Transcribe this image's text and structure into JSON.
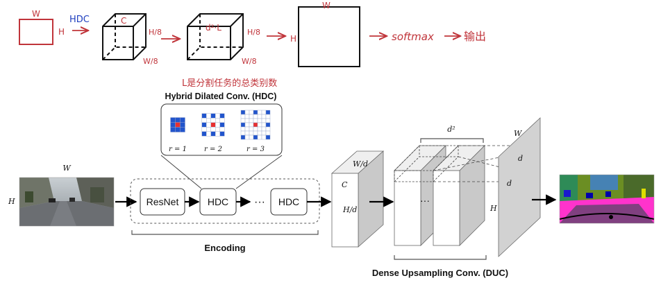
{
  "annotations": {
    "small_rect_w": "W",
    "small_rect_h": "H",
    "hdc_arrow": "HDC",
    "cube1_c": "C",
    "cube1_h": "H/8",
    "cube1_w": "W/8",
    "cube2_top": "d²·L",
    "cube2_h": "H/8",
    "cube2_w": "W/8",
    "square_w": "W",
    "square_h": "H",
    "softmax": "softmax",
    "output": "输出",
    "note_l": "L是分割任务的总类别数"
  },
  "hdc_panel": {
    "title": "Hybrid Dilated Conv. (HDC)",
    "grids": [
      {
        "label": "r = 1",
        "rate": 1
      },
      {
        "label": "r = 2",
        "rate": 2
      },
      {
        "label": "r = 3",
        "rate": 3
      }
    ]
  },
  "input_image": {
    "w_label": "W",
    "h_label": "H"
  },
  "encoding": {
    "blocks": [
      "ResNet",
      "HDC",
      "HDC"
    ],
    "ellipsis": "···",
    "label": "Encoding"
  },
  "feature_map": {
    "w_label": "W/d",
    "c_label": "C",
    "h_label": "H/d"
  },
  "duc": {
    "d2_label": "d²",
    "ellipsis": "···",
    "label": "Dense Upsampling Conv. (DUC)"
  },
  "output_plane": {
    "w_label": "W",
    "d1_label": "d",
    "d2_label": "d",
    "h_label": "H"
  },
  "colors": {
    "annotation_red": "#c0343a",
    "annotation_blue": "#1f3fbf",
    "grid_blue": "#2255cc",
    "grid_red": "#e83030"
  }
}
